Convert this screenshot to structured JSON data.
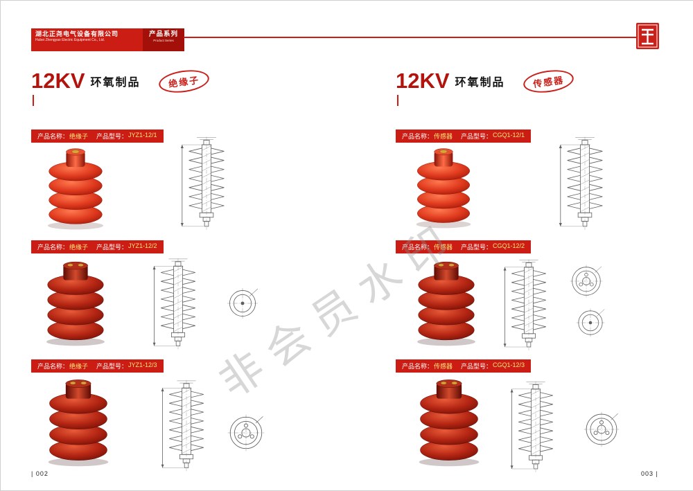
{
  "header": {
    "company_cn": "湖北正尧电气设备有限公司",
    "company_en": "Hubei Zhengyao Electric Equipment Co., Ltd.",
    "series_cn": "产品系列",
    "series_en": "Product Series"
  },
  "watermark": "非会员水印",
  "colors": {
    "accent": "#cb1d14",
    "value_text": "#ffe57a"
  },
  "pages": {
    "left": {
      "kv": "12KV",
      "category": "环氧制品",
      "badge": "绝缘子",
      "page_number": "| 002",
      "products": [
        {
          "name_label": "产品名称：",
          "name": "绝缘子",
          "model_label": "产品型号：",
          "model": "JYZ1-12/1"
        },
        {
          "name_label": "产品名称：",
          "name": "绝缘子",
          "model_label": "产品型号：",
          "model": "JYZ1-12/2"
        },
        {
          "name_label": "产品名称：",
          "name": "绝缘子",
          "model_label": "产品型号：",
          "model": "JYZ1-12/3"
        }
      ]
    },
    "right": {
      "kv": "12KV",
      "category": "环氧制品",
      "badge": "传感器",
      "page_number": "003 |",
      "products": [
        {
          "name_label": "产品名称：",
          "name": "传感器",
          "model_label": "产品型号：",
          "model": "CGQ1-12/1"
        },
        {
          "name_label": "产品名称：",
          "name": "传感器",
          "model_label": "产品型号：",
          "model": "CGQ1-12/2"
        },
        {
          "name_label": "产品名称：",
          "name": "传感器",
          "model_label": "产品型号：",
          "model": "CGQ1-12/3"
        }
      ]
    }
  }
}
